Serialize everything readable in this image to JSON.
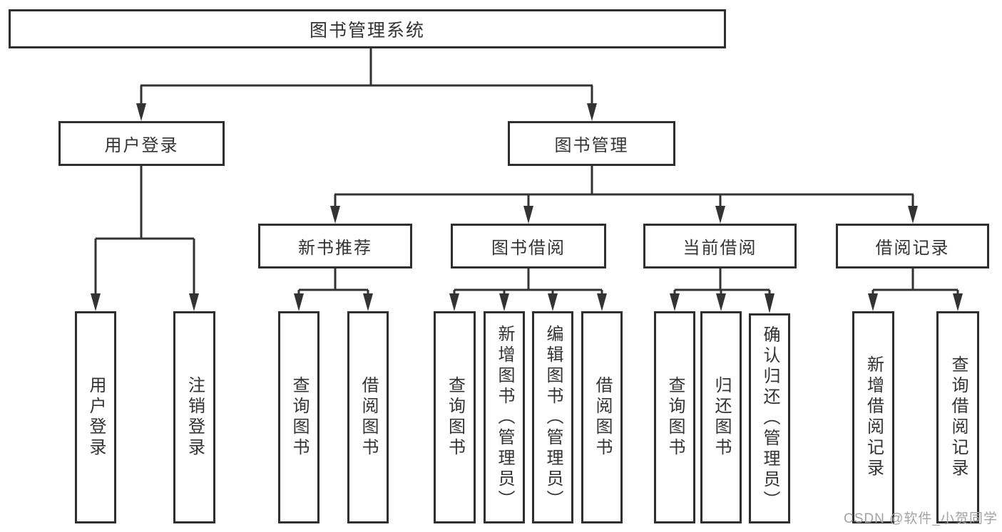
{
  "diagram": {
    "title": "图书管理系统",
    "tree": {
      "root": "图书管理系统",
      "branches": [
        {
          "label": "用户登录",
          "children": [
            "用户登录",
            "注销登录"
          ]
        },
        {
          "label": "图书管理",
          "groups": [
            {
              "label": "新书推荐",
              "children": [
                "查询图书",
                "借阅图书"
              ]
            },
            {
              "label": "图书借阅",
              "children": [
                "查询图书",
                "新增图书（管理员）",
                "编辑图书（管理员）",
                "借阅图书"
              ]
            },
            {
              "label": "当前借阅",
              "children": [
                "查询图书",
                "归还图书",
                "确认归还（管理员）"
              ]
            },
            {
              "label": "借阅记录",
              "children": [
                "新增借阅记录",
                "查询借阅记录"
              ]
            }
          ]
        }
      ]
    },
    "colors": {
      "line": "#333333",
      "box_border": "#2f2f2f",
      "text": "#333333",
      "watermark": "#a3a3a3",
      "background": "#ffffff"
    }
  },
  "watermark": {
    "text": "CSDN @软件_小贺同学"
  }
}
